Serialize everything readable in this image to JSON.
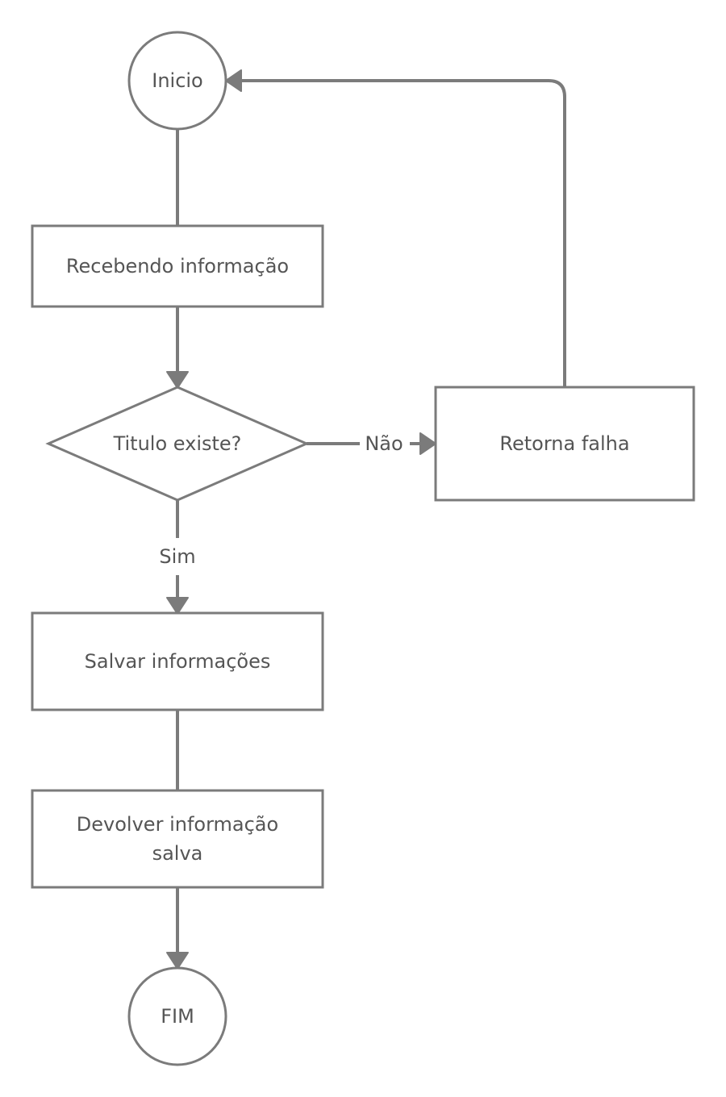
{
  "colors": {
    "stroke": "#7b7b7b",
    "text": "#555555",
    "background": "#ffffff"
  },
  "nodes": {
    "start": {
      "label": "Inicio",
      "shape": "circle"
    },
    "receive": {
      "label": "Recebendo informação",
      "shape": "rectangle"
    },
    "decision": {
      "label": "Titulo existe?",
      "shape": "diamond"
    },
    "fail": {
      "label": "Retorna falha",
      "shape": "rectangle"
    },
    "save": {
      "label": "Salvar informações",
      "shape": "rectangle"
    },
    "return": {
      "label_line1": "Devolver informação",
      "label_line2": "salva",
      "shape": "rectangle"
    },
    "end": {
      "label": "FIM",
      "shape": "circle"
    }
  },
  "edges": {
    "no_label": "Não",
    "yes_label": "Sim"
  }
}
